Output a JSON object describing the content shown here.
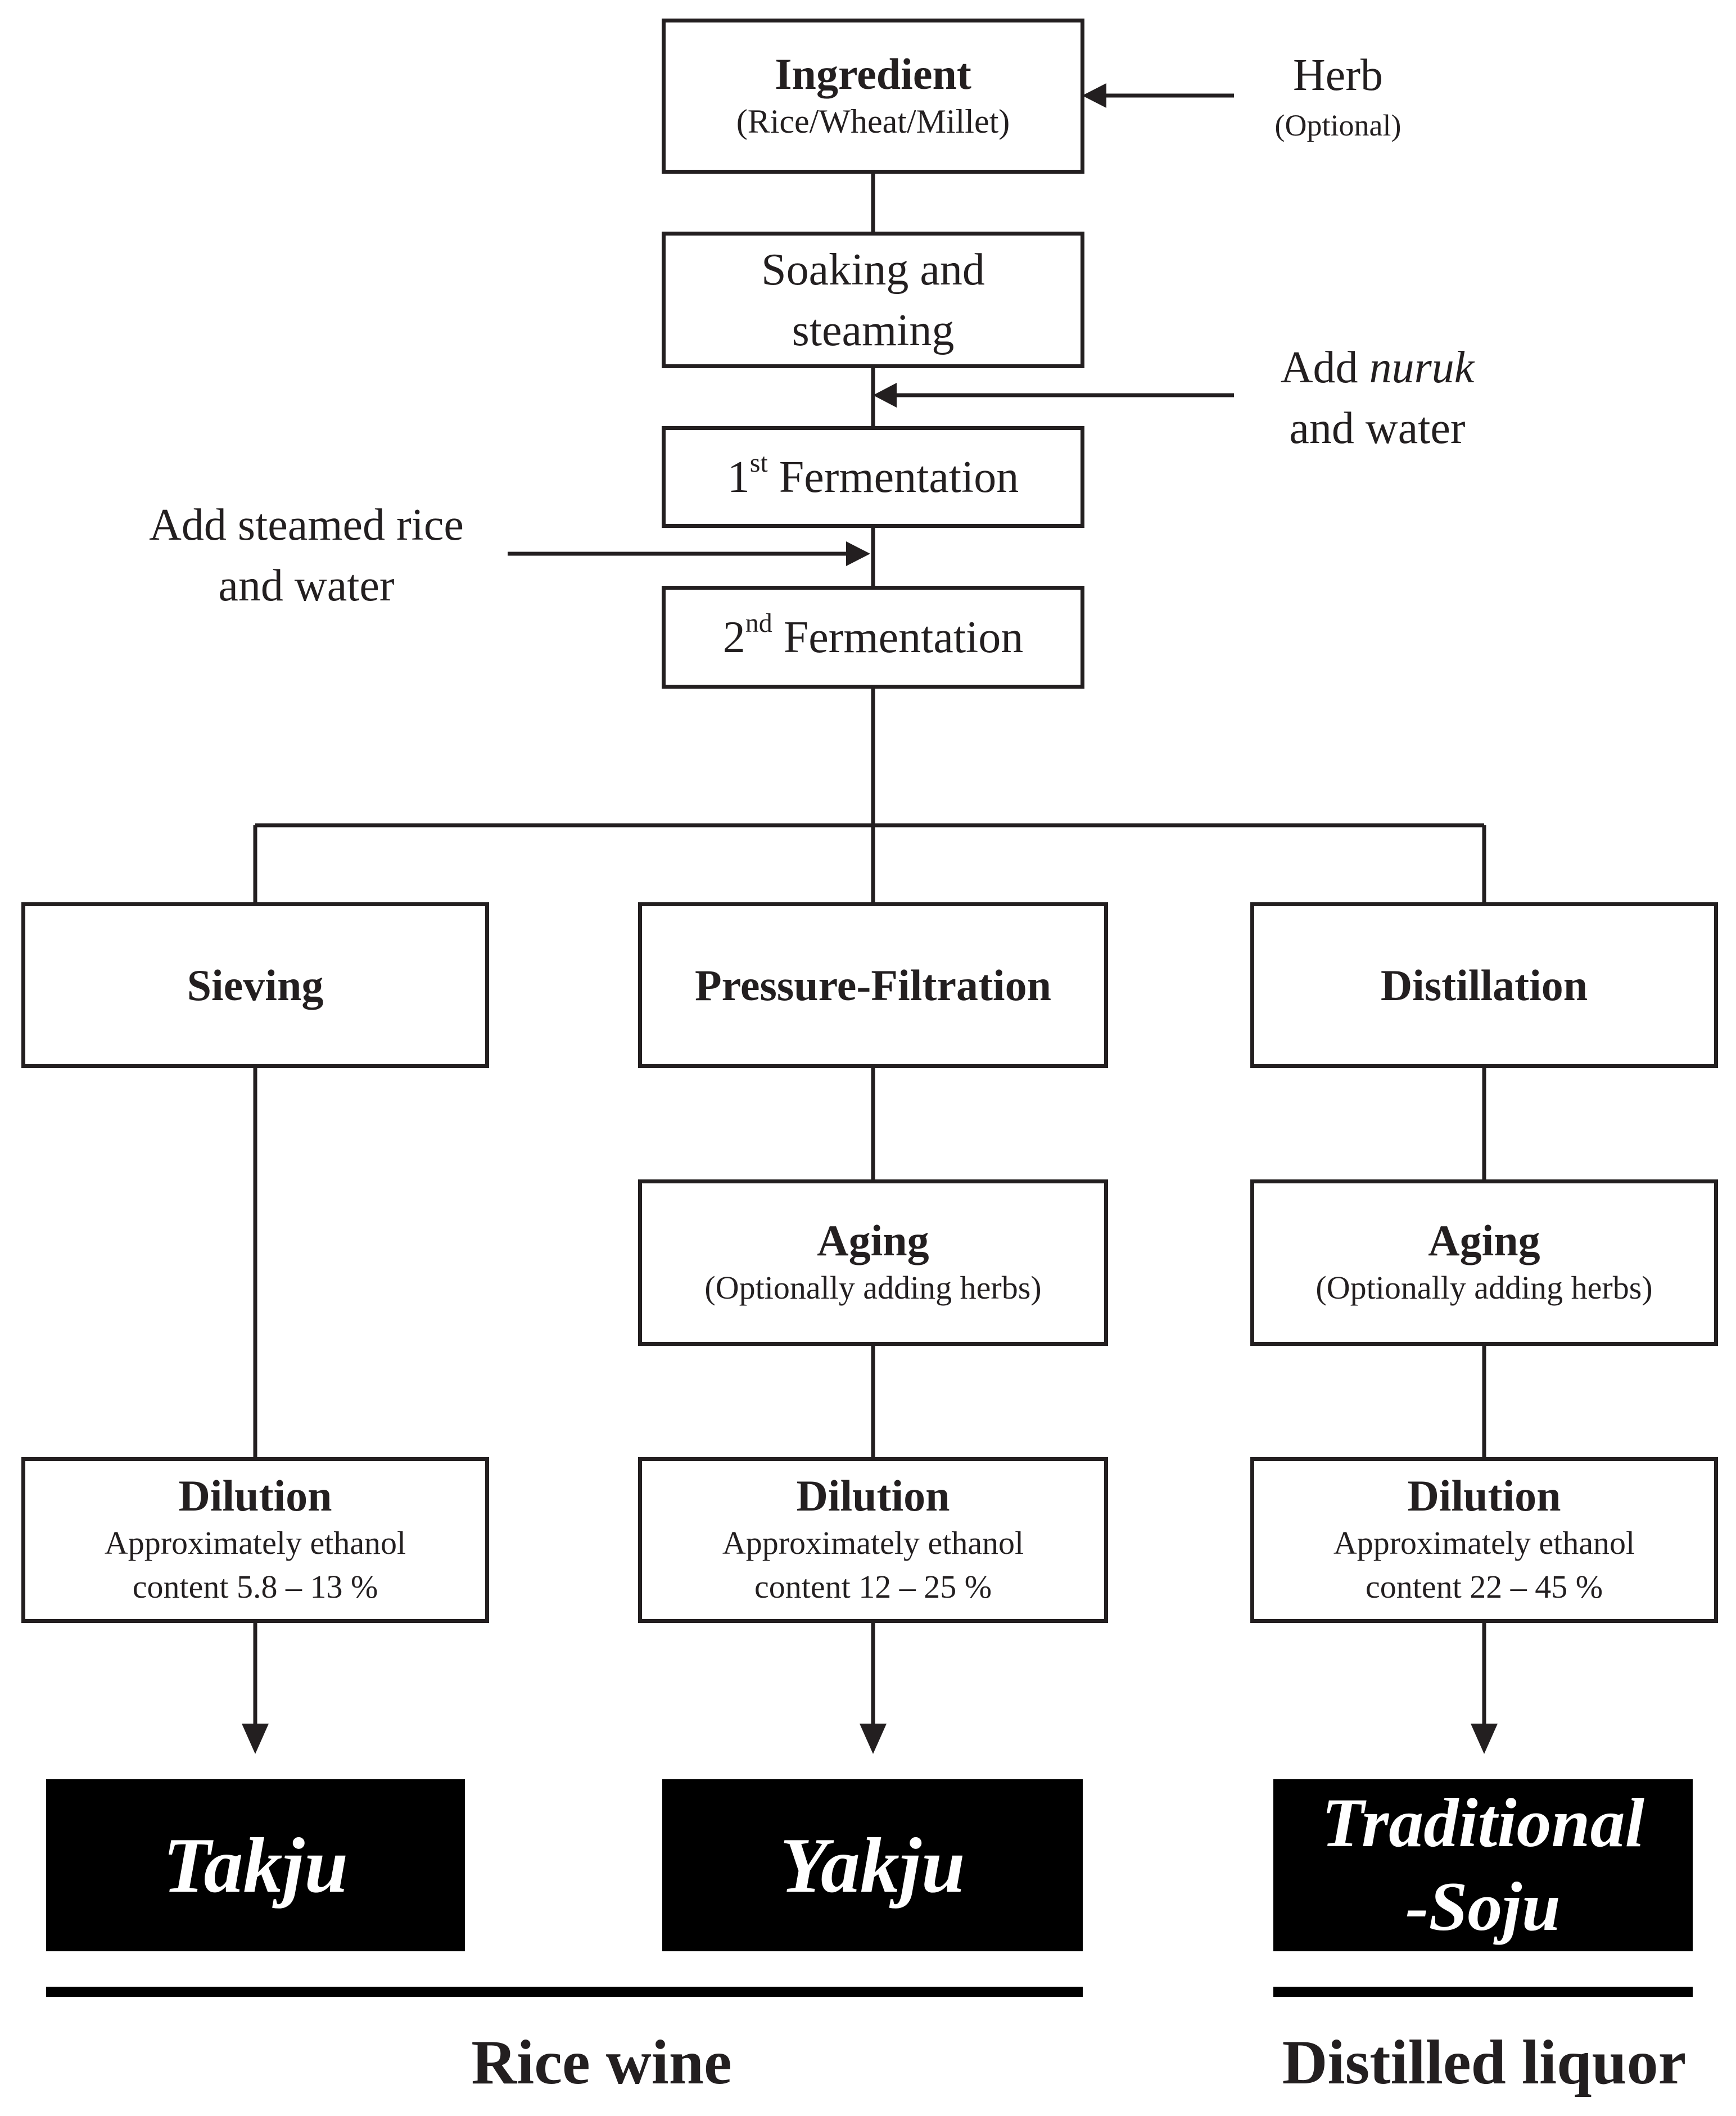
{
  "ingredient": {
    "title": "Ingredient",
    "subtitle": "(Rice/Wheat/Millet)"
  },
  "herb": {
    "title": "Herb",
    "subtitle": "(Optional)"
  },
  "soaking": {
    "line1": "Soaking and",
    "line2": "steaming"
  },
  "add_nuruk": {
    "pre": "Add ",
    "italic": "nuruk",
    "line2": "and water"
  },
  "first_fermentation": {
    "num": "1",
    "sup": "st",
    "text": " Fermentation"
  },
  "add_steamed": {
    "line1": "Add steamed rice",
    "line2": "and water"
  },
  "second_fermentation": {
    "num": "2",
    "sup": "nd",
    "text": " Fermentation"
  },
  "branches": {
    "sieving": "Sieving",
    "pressure_filtration": "Pressure-Filtration",
    "distillation": "Distillation"
  },
  "aging": {
    "title": "Aging",
    "subtitle": "(Optionally adding herbs)"
  },
  "dilution": {
    "title": "Dilution",
    "line1": "Approximately ethanol",
    "takju_content": "content 5.8 – 13 %",
    "yakju_content": "content 12 – 25 %",
    "soju_content": "content 22 – 45 %"
  },
  "products": {
    "takju": "Takju",
    "yakju": "Yakju",
    "soju_line1": "Traditional",
    "soju_line2": "-Soju"
  },
  "groups": {
    "rice_wine": "Rice wine",
    "distilled_liquor": "Distilled liquor"
  }
}
